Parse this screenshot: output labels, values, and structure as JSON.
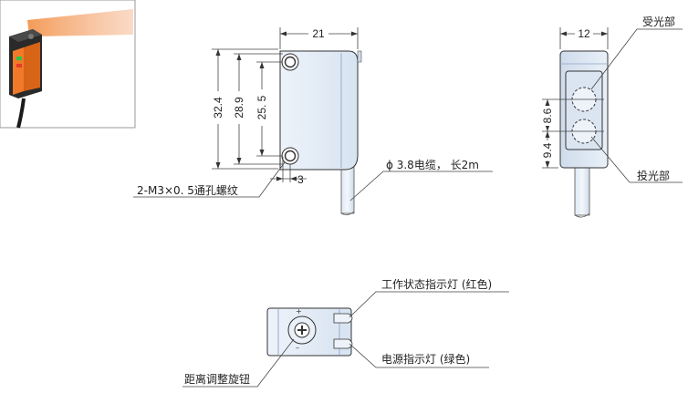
{
  "dimensions": {
    "width": "21",
    "h1": "32.4",
    "h2": "28.9",
    "h3": "25. 5",
    "offset": "3",
    "side_width": "12",
    "pitch": "8.6",
    "bottom": "9.4"
  },
  "labels": {
    "receiver": "受光部",
    "emitter": "投光部",
    "cable": "ϕ 3.8电缆， 长2m",
    "mount_holes": "2-M3×0. 5通孔螺纹",
    "status_led": "工作状态指示灯 (红色)",
    "power_led": "电源指示灯 (绿色)",
    "distance_knob": "距离调整旋钮"
  },
  "colors": {
    "body_fill": "#e4edf7",
    "body_shade": "#ccdaea",
    "photo_orange": "#f28a3c",
    "beam": "#f3a77a"
  }
}
